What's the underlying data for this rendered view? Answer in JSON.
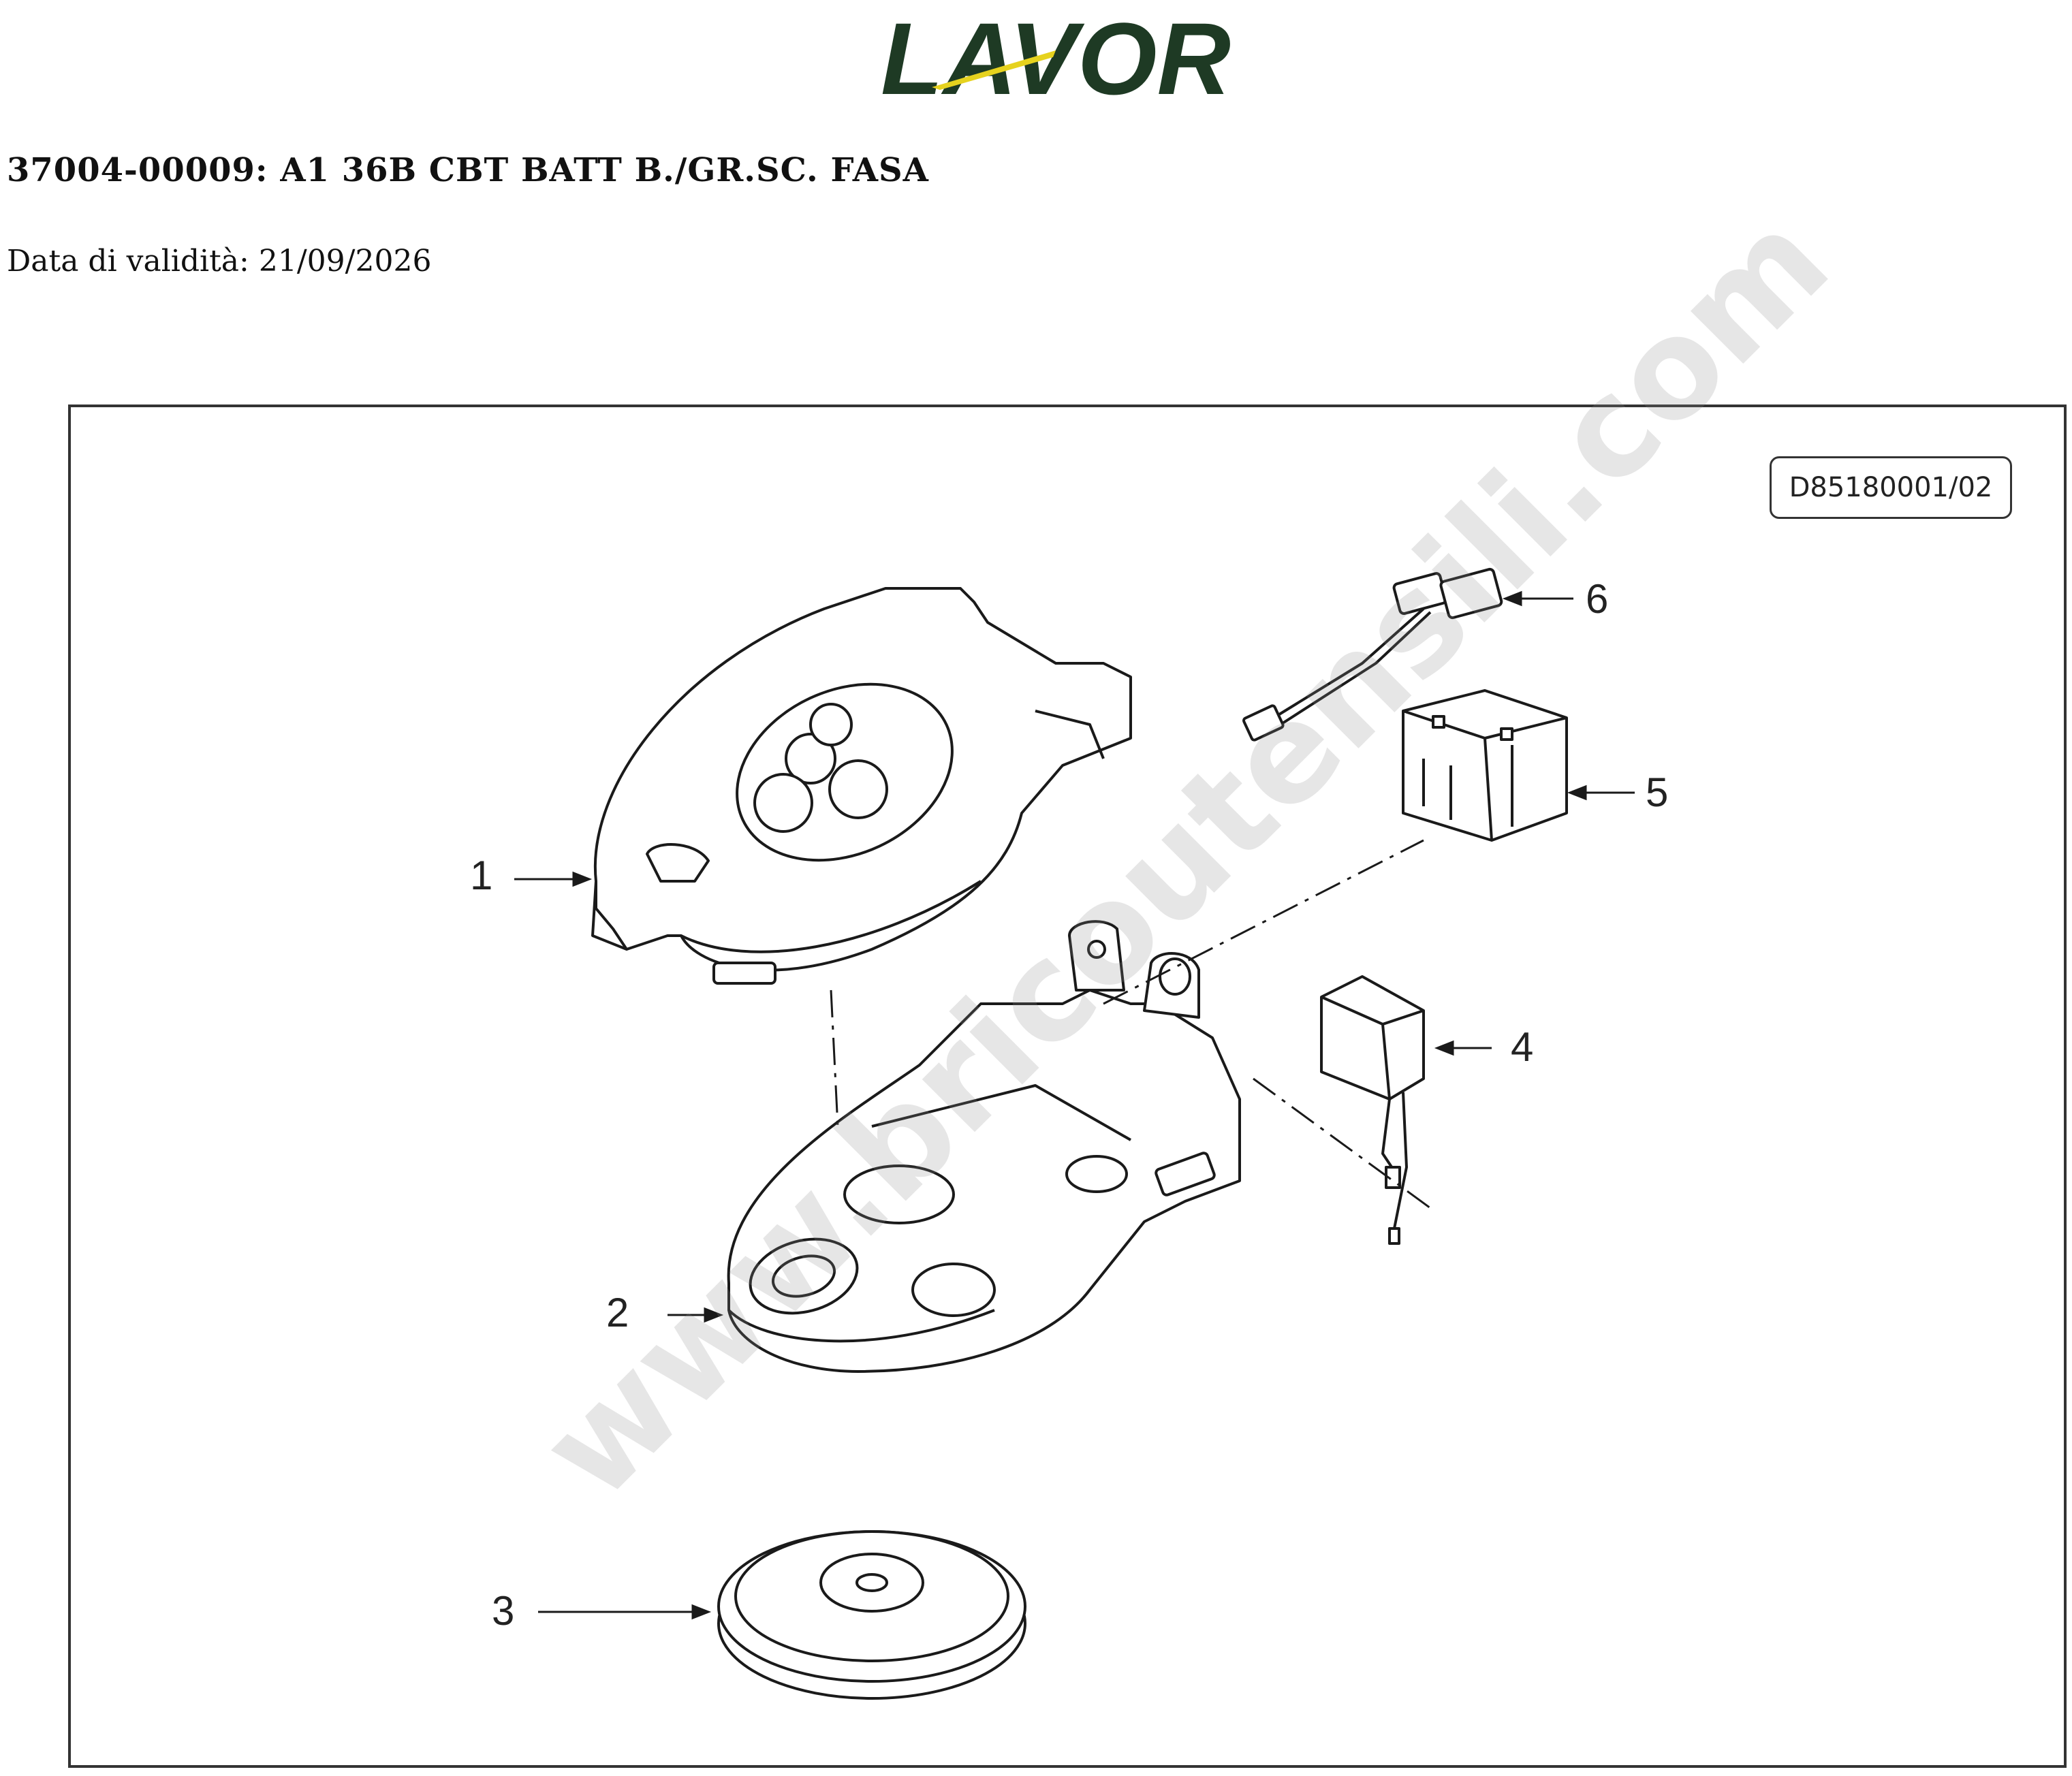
{
  "brand": {
    "logo_text": "LAVOR",
    "colors": {
      "logo_dark": "#1e3a24",
      "logo_accent": "#e6d21e"
    }
  },
  "document": {
    "title": "37004-00009: A1 36B CBT BATT B./GR.SC. FASA",
    "validity": "Data di validità: 21/09/2026"
  },
  "drawing": {
    "code": "D85180001/02",
    "callouts": [
      "1",
      "2",
      "3",
      "4",
      "5",
      "6"
    ],
    "parts": [
      "top-cover",
      "base-housing",
      "brush-disc",
      "charger-module",
      "battery",
      "cable-harness"
    ]
  },
  "watermark": "www.bricoutensili.com"
}
